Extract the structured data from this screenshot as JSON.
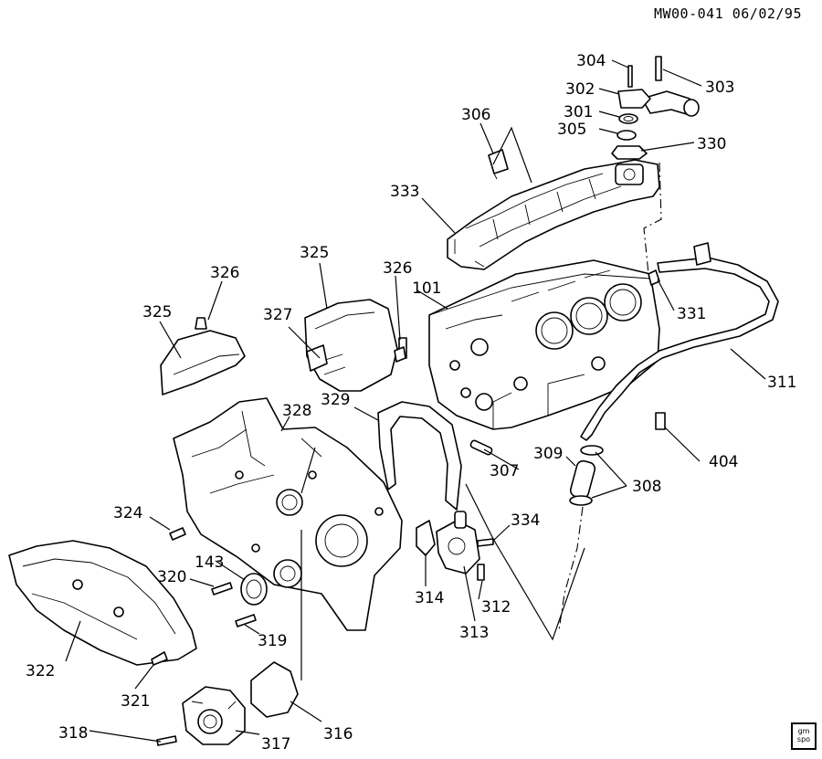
{
  "header": {
    "code": "MW00-041",
    "date": "06/02/95"
  },
  "logo": {
    "line1": "gm",
    "line2": "spo"
  },
  "callouts": [
    {
      "id": "c304",
      "label": "304"
    },
    {
      "id": "c303",
      "label": "303"
    },
    {
      "id": "c302",
      "label": "302"
    },
    {
      "id": "c301",
      "label": "301"
    },
    {
      "id": "c305",
      "label": "305"
    },
    {
      "id": "c330",
      "label": "330"
    },
    {
      "id": "c306",
      "label": "306"
    },
    {
      "id": "c333",
      "label": "333"
    },
    {
      "id": "c325a",
      "label": "325"
    },
    {
      "id": "c326a",
      "label": "326"
    },
    {
      "id": "c326b",
      "label": "326"
    },
    {
      "id": "c325b",
      "label": "325"
    },
    {
      "id": "c327",
      "label": "327"
    },
    {
      "id": "c101",
      "label": "101"
    },
    {
      "id": "c331",
      "label": "331"
    },
    {
      "id": "c311",
      "label": "311"
    },
    {
      "id": "c329",
      "label": "329"
    },
    {
      "id": "c328",
      "label": "328"
    },
    {
      "id": "c307",
      "label": "307"
    },
    {
      "id": "c309",
      "label": "309"
    },
    {
      "id": "c308",
      "label": "308"
    },
    {
      "id": "c404",
      "label": "404"
    },
    {
      "id": "c324",
      "label": "324"
    },
    {
      "id": "c334",
      "label": "334"
    },
    {
      "id": "c143",
      "label": "143"
    },
    {
      "id": "c320",
      "label": "320"
    },
    {
      "id": "c314",
      "label": "314"
    },
    {
      "id": "c312",
      "label": "312"
    },
    {
      "id": "c319",
      "label": "319"
    },
    {
      "id": "c313",
      "label": "313"
    },
    {
      "id": "c322",
      "label": "322"
    },
    {
      "id": "c321",
      "label": "321"
    },
    {
      "id": "c316",
      "label": "316"
    },
    {
      "id": "c318",
      "label": "318"
    },
    {
      "id": "c317",
      "label": "317"
    }
  ]
}
